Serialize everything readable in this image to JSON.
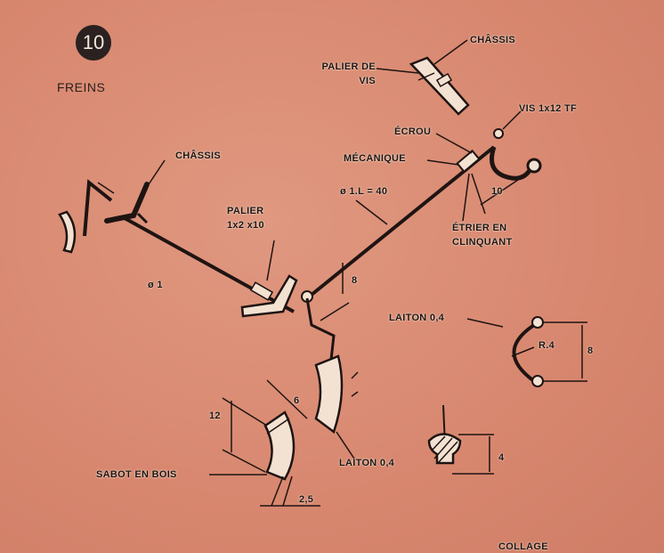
{
  "header": {
    "number": "10",
    "title": "FREINS"
  },
  "labels": {
    "chassis_top": "CHÂSSIS",
    "palier_de": "PALIER DE",
    "vis": "VIS",
    "vis_tf": "VIS 1x12 TF",
    "ecrou": "ÉCROU",
    "mecanique": "MÉCANIQUE",
    "rod": "ø 1.L = 40",
    "dim_10": "10",
    "etrier_1": "ÉTRIER EN",
    "etrier_2": "CLINQUANT",
    "chassis_left": "CHÂSSIS",
    "palier": "PALIER",
    "palier_dim": "1x2 x10",
    "rod_small": "ø 1",
    "dim_8_mid": "8",
    "laiton_upper": "LAITON 0,4",
    "radius": "R.4",
    "dim_8_right": "8",
    "dim_6": "6",
    "dim_12": "12",
    "laiton_lower": "LAITON 0,4",
    "dim_4": "4",
    "sabot": "SABOT EN BOIS",
    "dim_2_5": "2,5",
    "collage": "COLLAGE"
  },
  "colors": {
    "paper": "#d8876f",
    "ink": "#1e1412",
    "part": "#f3e2d2"
  }
}
